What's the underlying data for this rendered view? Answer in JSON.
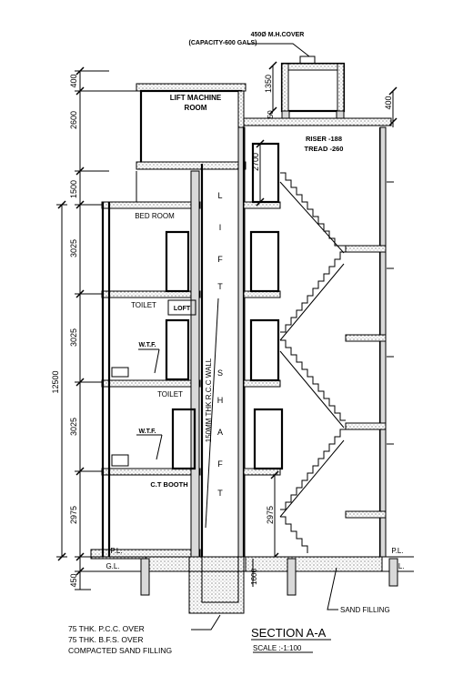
{
  "callouts": {
    "mh_cover_line1": "450Ø M.H.COVER",
    "mh_cover_line2": "(CAPACITY-600 GALS)",
    "riser": "RISER -188",
    "tread": "TREAD -260",
    "lift_machine_line1": "LIFT MACHINE",
    "lift_machine_line2": "ROOM",
    "bed_room": "BED ROOM",
    "toilet_1": "TOILET",
    "loft": "LOFT",
    "wtf_1": "W.T.F.",
    "toilet_2": "TOILET",
    "wtf_2": "W.T.F.",
    "ct_booth": "C.T BOOTH",
    "rcc_wall": "150MM THK R.C.C WALL",
    "pl_left": "P.L.",
    "gl_left": "G.L.",
    "pl_right": "P.L.",
    "gl_right": "G.L.",
    "sand_filling": "SAND FILLING",
    "pcc_line1": "75  THK.  P.C.C.  OVER",
    "pcc_line2": "75  THK.  B.F.S.  OVER",
    "pcc_line3": "COMPACTED SAND FILLING"
  },
  "lift_shaft_letters": [
    "L",
    "I",
    "F",
    "T",
    "S",
    "H",
    "A",
    "F",
    "T"
  ],
  "dimensions": {
    "left": [
      "400",
      "2600",
      "1500",
      "3025",
      "3025",
      "3025",
      "2975",
      "450"
    ],
    "overall": "12500",
    "tank_height": "1350",
    "tank_base": "750",
    "right_top": "400",
    "stair_top": "2700",
    "stair_bottom": "2975",
    "footing": "1600"
  },
  "title": {
    "main": "SECTION A-A",
    "scale": "SCALE :-1:100"
  }
}
